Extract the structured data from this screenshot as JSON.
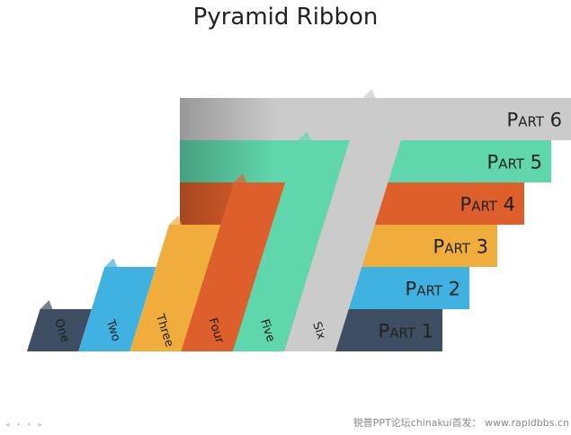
{
  "title": "Pyramid Ribbon",
  "bars": [
    {
      "label": "Part 1",
      "color": "#3e4e62",
      "text_color": "#ffffff"
    },
    {
      "label": "Part 2",
      "color": "#40b2e2",
      "text_color": "#222222"
    },
    {
      "label": "Part 3",
      "color": "#f0ad3c",
      "text_color": "#222222"
    },
    {
      "label": "Part 4",
      "color": "#dd5f2b",
      "text_color": "#222222"
    },
    {
      "label": "Part 5",
      "color": "#5fd6ab",
      "text_color": "#222222"
    },
    {
      "label": "Part 6",
      "color": "#cbcbcb",
      "text_color": "#222222"
    }
  ],
  "ribbons": [
    {
      "label": "One",
      "color": "#3e4e62"
    },
    {
      "label": "Two",
      "color": "#40b2e2"
    },
    {
      "label": "Three",
      "color": "#f0ad3c"
    },
    {
      "label": "Four",
      "color": "#dd5f2b"
    },
    {
      "label": "Five",
      "color": "#5fd6ab"
    },
    {
      "label": "Six",
      "color": "#cbcbcb"
    }
  ],
  "footer": "锐普PPT论坛chinakui首发： www.rapidbbs.cn"
}
